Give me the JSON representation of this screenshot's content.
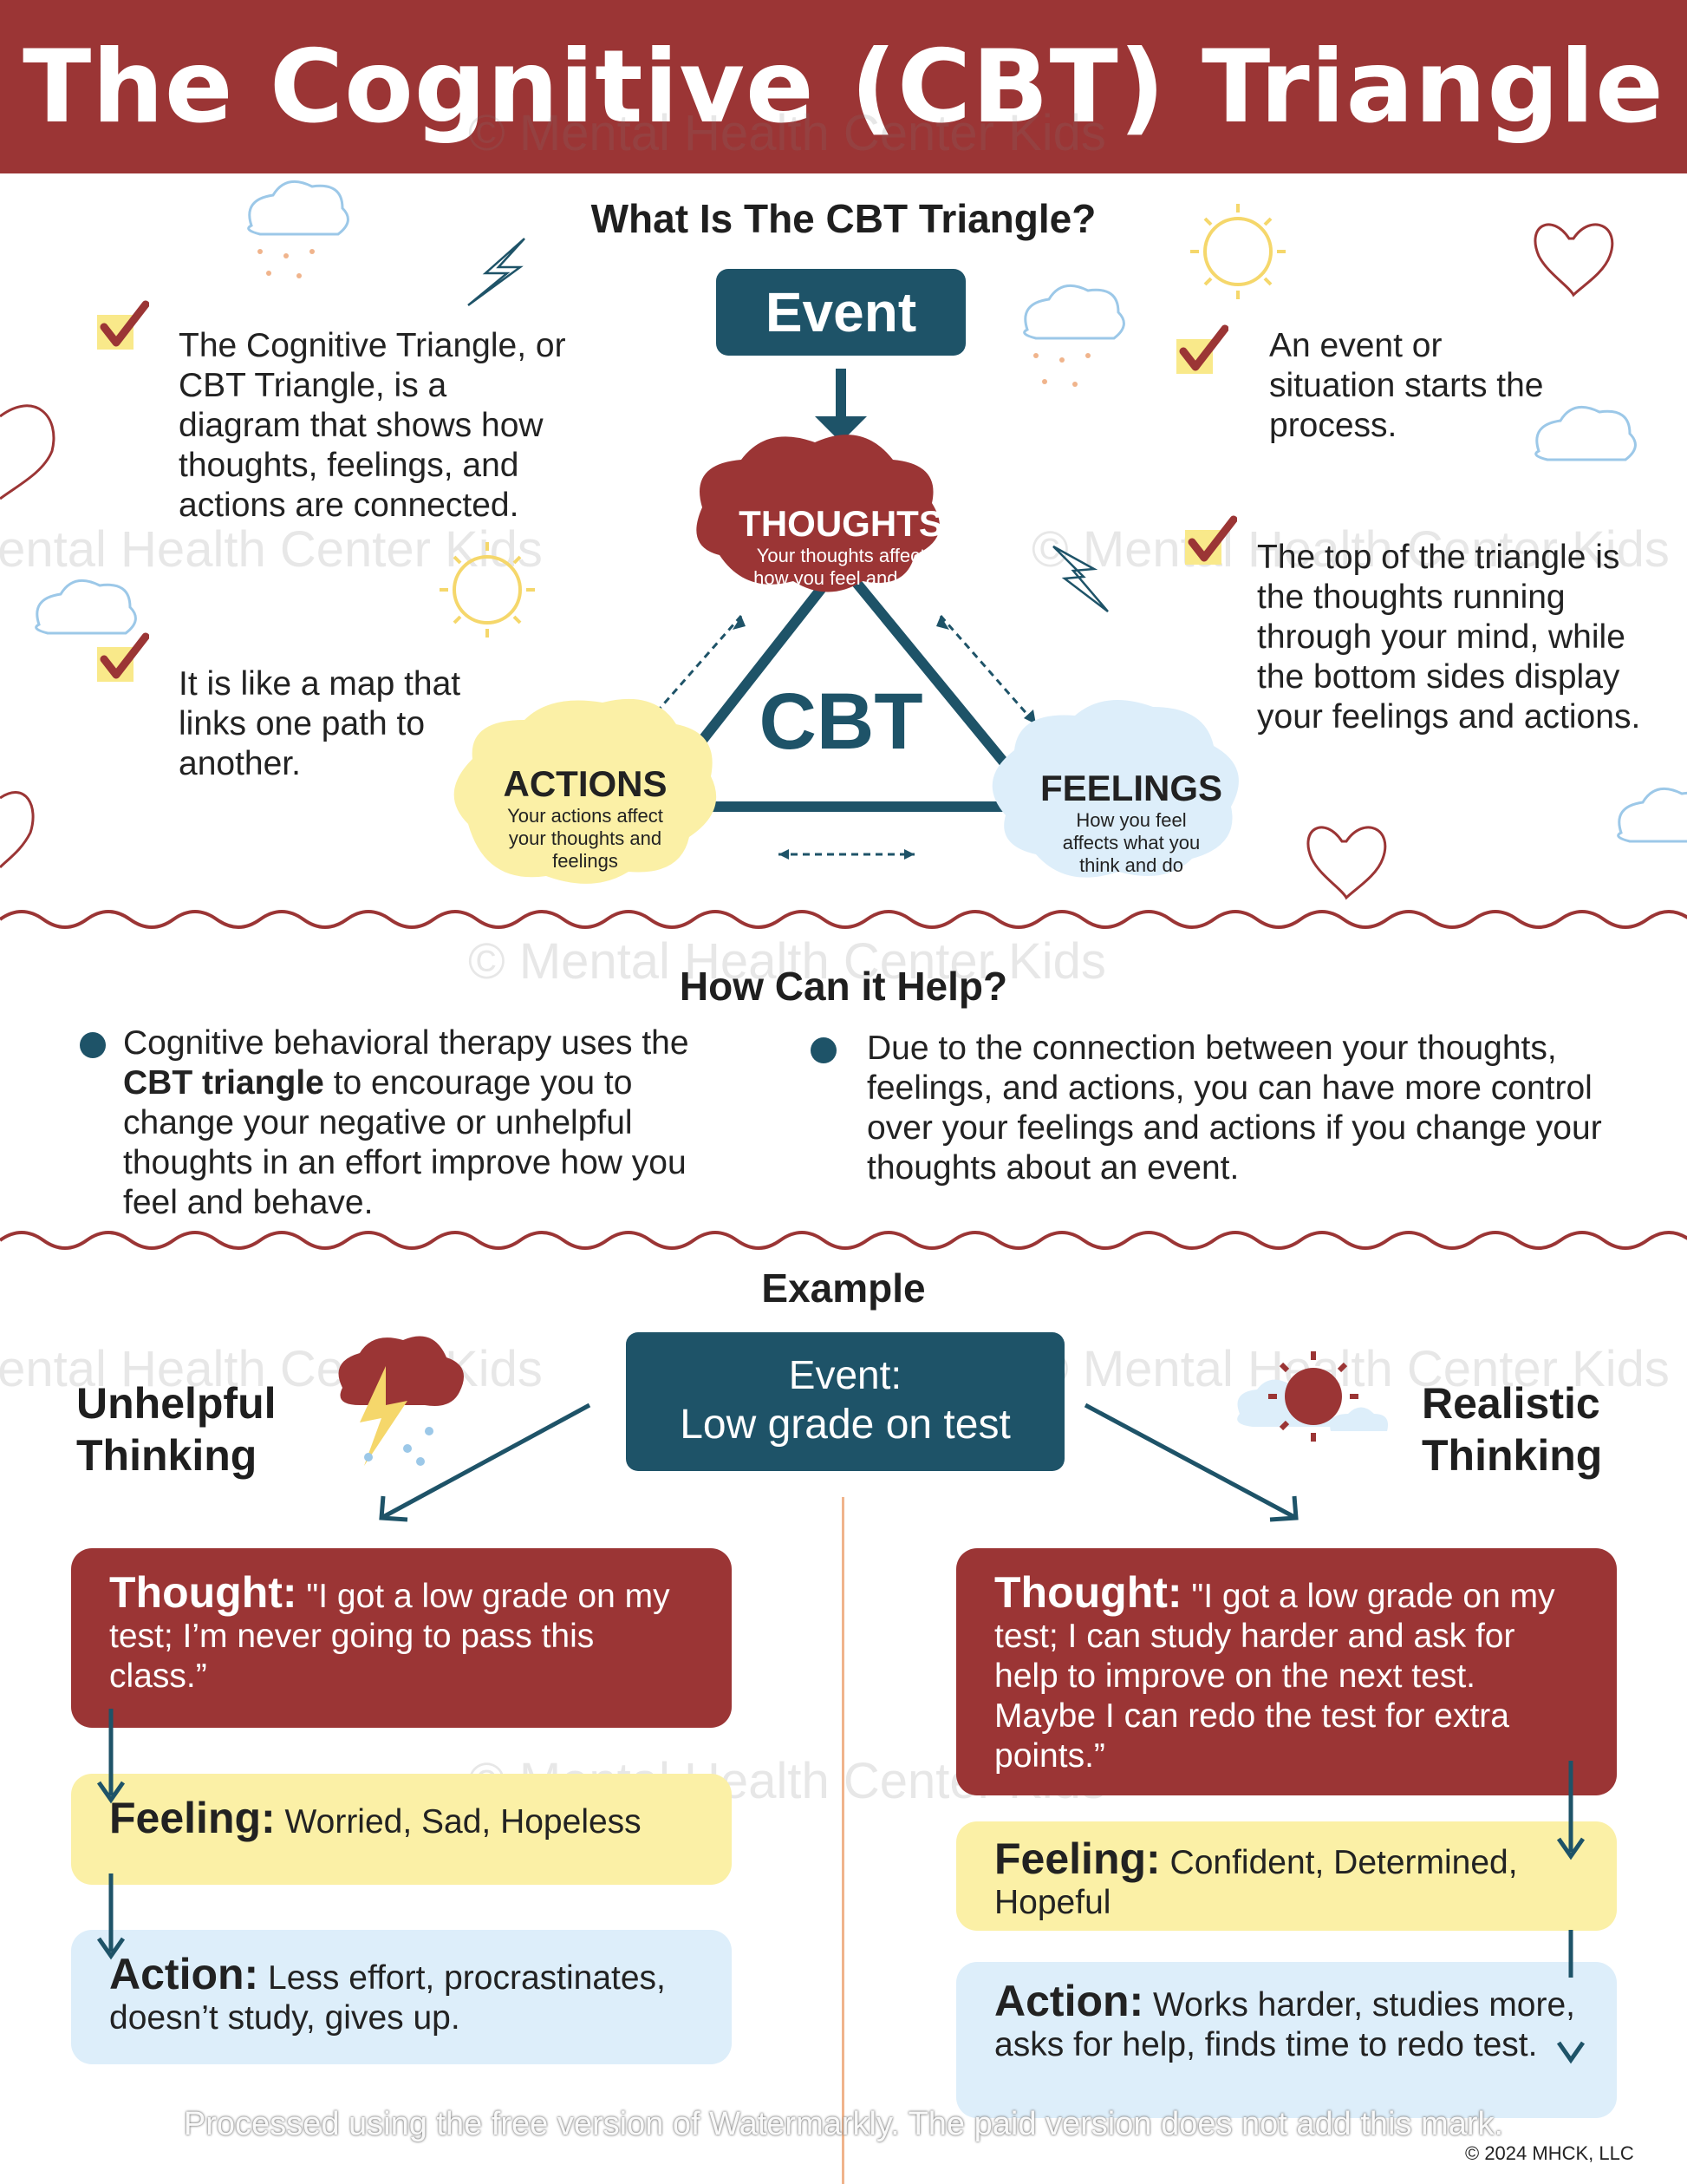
{
  "title": "The Cognitive (CBT) Triangle",
  "what_is": {
    "heading": "What Is The CBT Triangle?",
    "left_points": [
      "The Cognitive Triangle, or CBT Triangle, is a diagram that shows how thoughts, feelings, and actions are connected.",
      "It is like a map that links one path to another."
    ],
    "right_points": [
      "An event or situation starts the process.",
      "The top of the triangle is the thoughts running through your mind, while the bottom sides display your feelings and actions."
    ]
  },
  "diagram": {
    "event": "Event",
    "center": "CBT",
    "thoughts": {
      "title": "THOUGHTS",
      "sub": "Your thoughts affect how you feel and act"
    },
    "actions": {
      "title": "ACTIONS",
      "sub": "Your actions affect your thoughts and feelings"
    },
    "feelings": {
      "title": "FEELINGS",
      "sub": "How you feel affects what you think and do"
    }
  },
  "how_help": {
    "heading": "How Can it Help?",
    "left_pre": "Cognitive behavioral therapy uses the ",
    "left_bold": "CBT triangle",
    "left_post": " to encourage you to change your negative or unhelpful thoughts in an effort improve how you feel and behave.",
    "right": "Due to the connection between your thoughts, feelings, and actions, you can have more control over your feelings and actions if you change your thoughts about an event."
  },
  "example": {
    "heading": "Example",
    "event_label": "Event:",
    "event_value": "Low grade on test",
    "unhelpful_title": "Unhelpful Thinking",
    "realistic_title": "Realistic Thinking",
    "unhelpful": {
      "thought_label": "Thought:",
      "thought": "\"I got a low grade on my test; I’m never going to pass this class.”",
      "feeling_label": "Feeling:",
      "feeling": "Worried, Sad, Hopeless",
      "action_label": "Action:",
      "action": "Less effort, procrastinates, doesn’t study, gives up."
    },
    "realistic": {
      "thought_label": "Thought:",
      "thought": "\"I got a low grade on my test; I can study harder and ask for help to improve on the next test. Maybe I can redo the test for extra points.”",
      "feeling_label": "Feeling:",
      "feeling": "Confident, Determined, Hopeful",
      "action_label": "Action:",
      "action": "Works harder, studies more, asks for help, finds time to redo test."
    }
  },
  "watermark": "© Mental Health Center Kids",
  "footer_watermark": "Processed using the free version of Watermarkly. The paid version does not add this mark.",
  "copyright": "© 2024 MHCK, LLC",
  "colors": {
    "red": "#9b3535",
    "teal": "#1e5368",
    "yellow": "#fbf0a6",
    "light_blue": "#ddeefa"
  }
}
